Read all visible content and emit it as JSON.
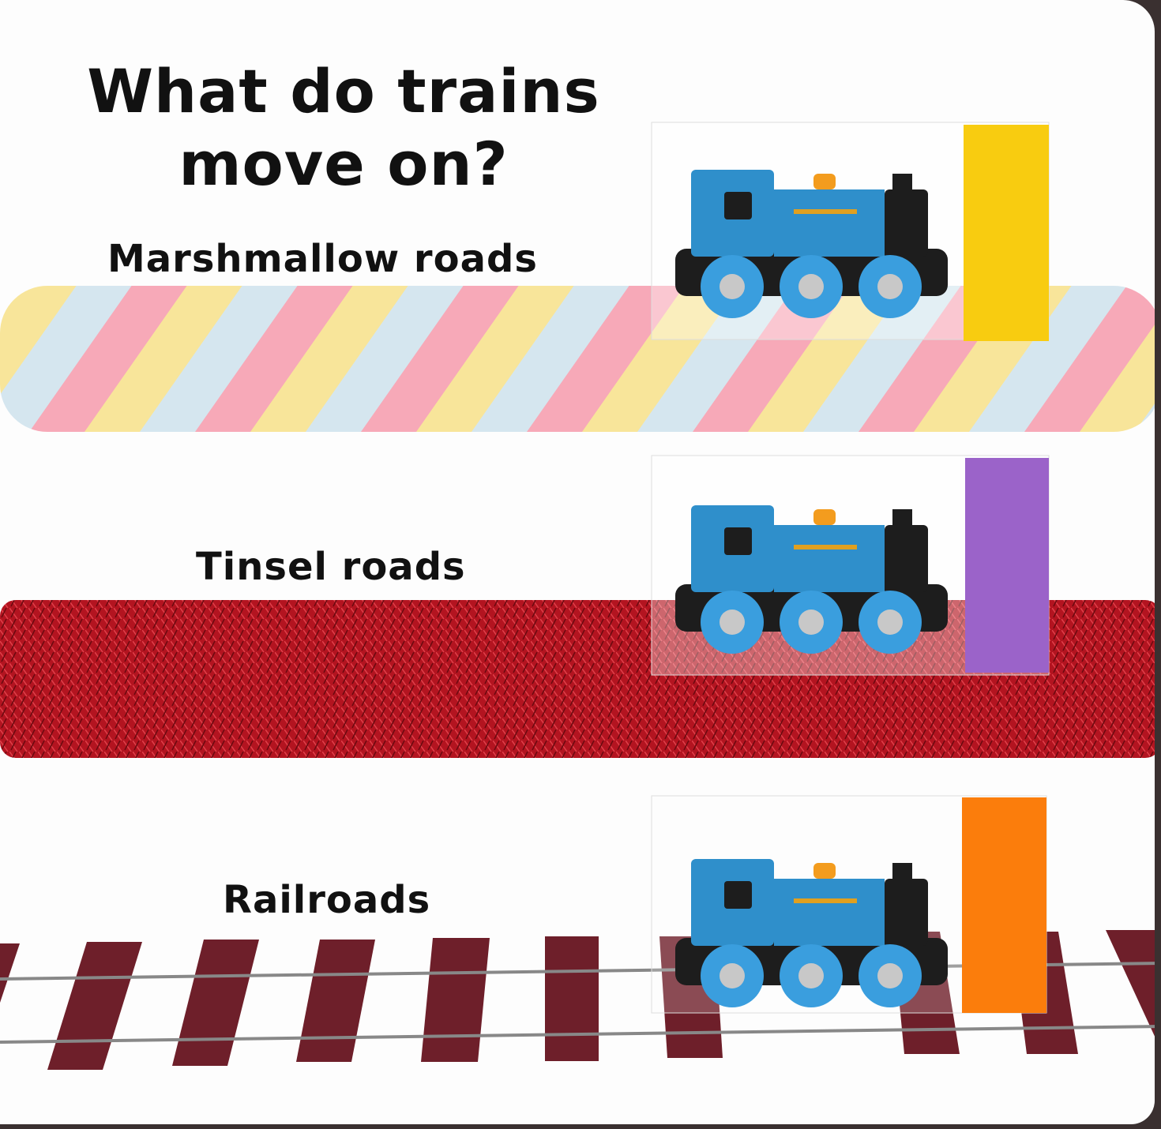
{
  "title": {
    "line1": "What do trains",
    "line2": "move on?"
  },
  "sections": [
    {
      "label": "Marshmallow roads",
      "flap_color": "#f8cc10"
    },
    {
      "label": "Tinsel roads",
      "flap_color": "#9b63c9"
    },
    {
      "label": "Railroads",
      "flap_color": "#fb7d0c"
    }
  ],
  "colors": {
    "train_blue": "#2f8fcb",
    "wheel_blue": "#3a9ede",
    "sleeper": "#6e1f2a",
    "tinsel": "#b31420"
  }
}
